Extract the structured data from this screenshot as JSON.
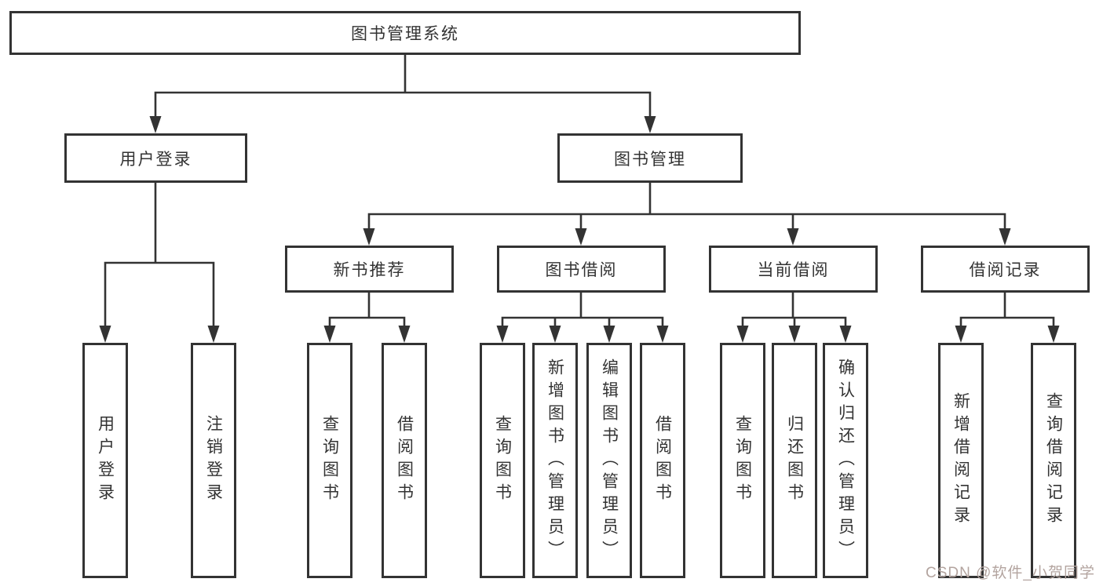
{
  "diagram_type": "hierarchy-tree",
  "tree": {
    "label": "图书管理系统",
    "children": [
      {
        "label": "用户登录",
        "children": [
          {
            "label": "用户登录"
          },
          {
            "label": "注销登录"
          }
        ]
      },
      {
        "label": "图书管理",
        "children": [
          {
            "label": "新书推荐",
            "children": [
              {
                "label": "查询图书"
              },
              {
                "label": "借阅图书"
              }
            ]
          },
          {
            "label": "图书借阅",
            "children": [
              {
                "label": "查询图书"
              },
              {
                "label": "新增图书（管理员）"
              },
              {
                "label": "编辑图书（管理员）"
              },
              {
                "label": "借阅图书"
              }
            ]
          },
          {
            "label": "当前借阅",
            "children": [
              {
                "label": "查询图书"
              },
              {
                "label": "归还图书"
              },
              {
                "label": "确认归还（管理员）"
              }
            ]
          },
          {
            "label": "借阅记录",
            "children": [
              {
                "label": "新增借阅记录"
              },
              {
                "label": "查询借阅记录"
              }
            ]
          }
        ]
      }
    ]
  },
  "watermark": {
    "text": "CSDN @软件_小贺同学",
    "color": "#b3a49f"
  },
  "colors": {
    "line": "#333333",
    "box_border": "#333333",
    "box_background": "#ffffff",
    "text": "#333333",
    "page_background": "#ffffff"
  }
}
